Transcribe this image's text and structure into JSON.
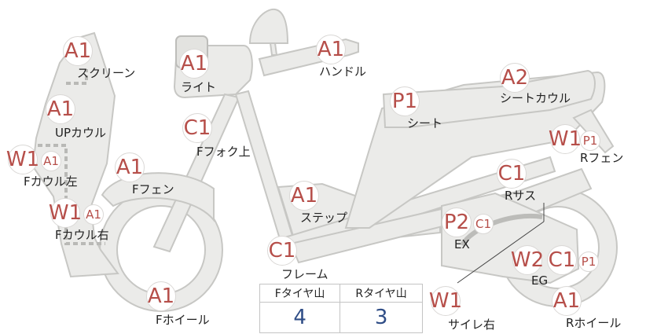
{
  "callouts": [
    {
      "id": "screen",
      "badges": [
        {
          "code": "A1",
          "size": "big"
        }
      ],
      "label": "スクリーン"
    },
    {
      "id": "light",
      "badges": [
        {
          "code": "A1",
          "size": "big"
        }
      ],
      "label": "ライト"
    },
    {
      "id": "handle",
      "badges": [
        {
          "code": "A1",
          "size": "big"
        }
      ],
      "label": "ハンドル"
    },
    {
      "id": "up-cowl",
      "badges": [
        {
          "code": "A1",
          "size": "big"
        }
      ],
      "label": "UPカウル"
    },
    {
      "id": "f-fork",
      "badges": [
        {
          "code": "C1",
          "size": "big"
        }
      ],
      "label": "Fフォク上"
    },
    {
      "id": "seat",
      "badges": [
        {
          "code": "P1",
          "size": "big"
        }
      ],
      "label": "シート"
    },
    {
      "id": "seat-cowl",
      "badges": [
        {
          "code": "A2",
          "size": "big"
        }
      ],
      "label": "シートカウル"
    },
    {
      "id": "r-fender",
      "badges": [
        {
          "code": "W1",
          "size": "big"
        },
        {
          "code": "P1",
          "size": "small"
        }
      ],
      "label": "Rフェン"
    },
    {
      "id": "f-cowl-left",
      "badges": [
        {
          "code": "W1",
          "size": "big"
        },
        {
          "code": "A1",
          "size": "small"
        }
      ],
      "label": "Fカウル左"
    },
    {
      "id": "f-fender",
      "badges": [
        {
          "code": "A1",
          "size": "big"
        }
      ],
      "label": "Fフェン"
    },
    {
      "id": "r-sus",
      "badges": [
        {
          "code": "C1",
          "size": "big"
        }
      ],
      "label": "Rサス"
    },
    {
      "id": "step",
      "badges": [
        {
          "code": "A1",
          "size": "big"
        }
      ],
      "label": "ステップ"
    },
    {
      "id": "f-cowl-right",
      "badges": [
        {
          "code": "W1",
          "size": "big"
        },
        {
          "code": "A1",
          "size": "small"
        }
      ],
      "label": "Fカウル右"
    },
    {
      "id": "ex",
      "badges": [
        {
          "code": "P2",
          "size": "big"
        },
        {
          "code": "C1",
          "size": "small"
        }
      ],
      "label": "EX"
    },
    {
      "id": "frame",
      "badges": [
        {
          "code": "C1",
          "size": "big"
        }
      ],
      "label": "フレーム"
    },
    {
      "id": "eg",
      "badges": [
        {
          "code": "W2",
          "size": "big"
        },
        {
          "code": "C1",
          "size": "big"
        },
        {
          "code": "P1",
          "size": "small"
        }
      ],
      "label": "EG"
    },
    {
      "id": "f-wheel",
      "badges": [
        {
          "code": "A1",
          "size": "big"
        }
      ],
      "label": "Fホイール"
    },
    {
      "id": "silencer-right",
      "badges": [
        {
          "code": "W1",
          "size": "big"
        }
      ],
      "label": "サイレ右"
    },
    {
      "id": "r-wheel",
      "badges": [
        {
          "code": "A1",
          "size": "big"
        }
      ],
      "label": "Rホイール"
    }
  ],
  "tire_table": {
    "headers": [
      "Fタイヤ山",
      "Rタイヤ山"
    ],
    "values": [
      "4",
      "3"
    ]
  },
  "colors": {
    "badge_text": "#b64f4a",
    "value_text": "#2f4d86",
    "body_fill": "#ebebe9"
  }
}
